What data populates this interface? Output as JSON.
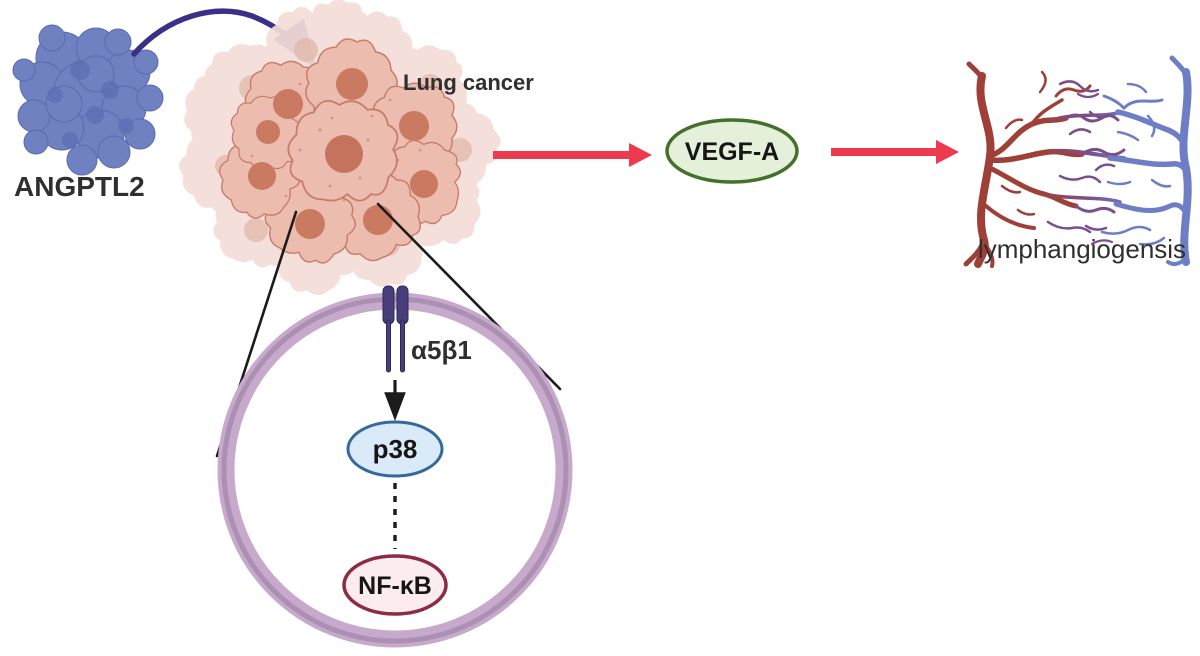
{
  "nodes": {
    "angptl2": {
      "label": "ANGPTL2"
    },
    "lung_cancer": {
      "label": "Lung cancer"
    },
    "vegf_a": {
      "label": "VEGF-A"
    },
    "lymphangiogenesis": {
      "label": "lymphangiogensis"
    },
    "integrin": {
      "label": "α5β1"
    },
    "p38": {
      "label": "p38"
    },
    "nfkb": {
      "label": "NF-κB"
    }
  },
  "colors": {
    "protein_blob": "#7081c1",
    "protein_blob_dark": "#5d6db3",
    "curved_arrow": "#3a3089",
    "tumor_cell_fill": "#ecbcae",
    "tumor_cell_stroke": "#c67c69",
    "tumor_nucleus": "#c97a61",
    "tumor_cell_pale": "#f4ddd7",
    "red_arrow": "#ee3a4e",
    "vegfa_fill": "#e4f0da",
    "vegfa_stroke": "#44702b",
    "vessel_red": "#9e4037",
    "vessel_blue": "#6d7ec6",
    "vessel_purple": "#7a4f8c",
    "membrane_light": "#c7a9cc",
    "membrane_dark": "#a78db0",
    "receptor": "#473e7a",
    "p38_fill": "#daeaf8",
    "p38_stroke": "#35699e",
    "nfkb_fill": "#fcecee",
    "nfkb_stroke": "#8b2c44",
    "label_text": "#2f2f2f",
    "black_line": "#1b1b1b"
  }
}
